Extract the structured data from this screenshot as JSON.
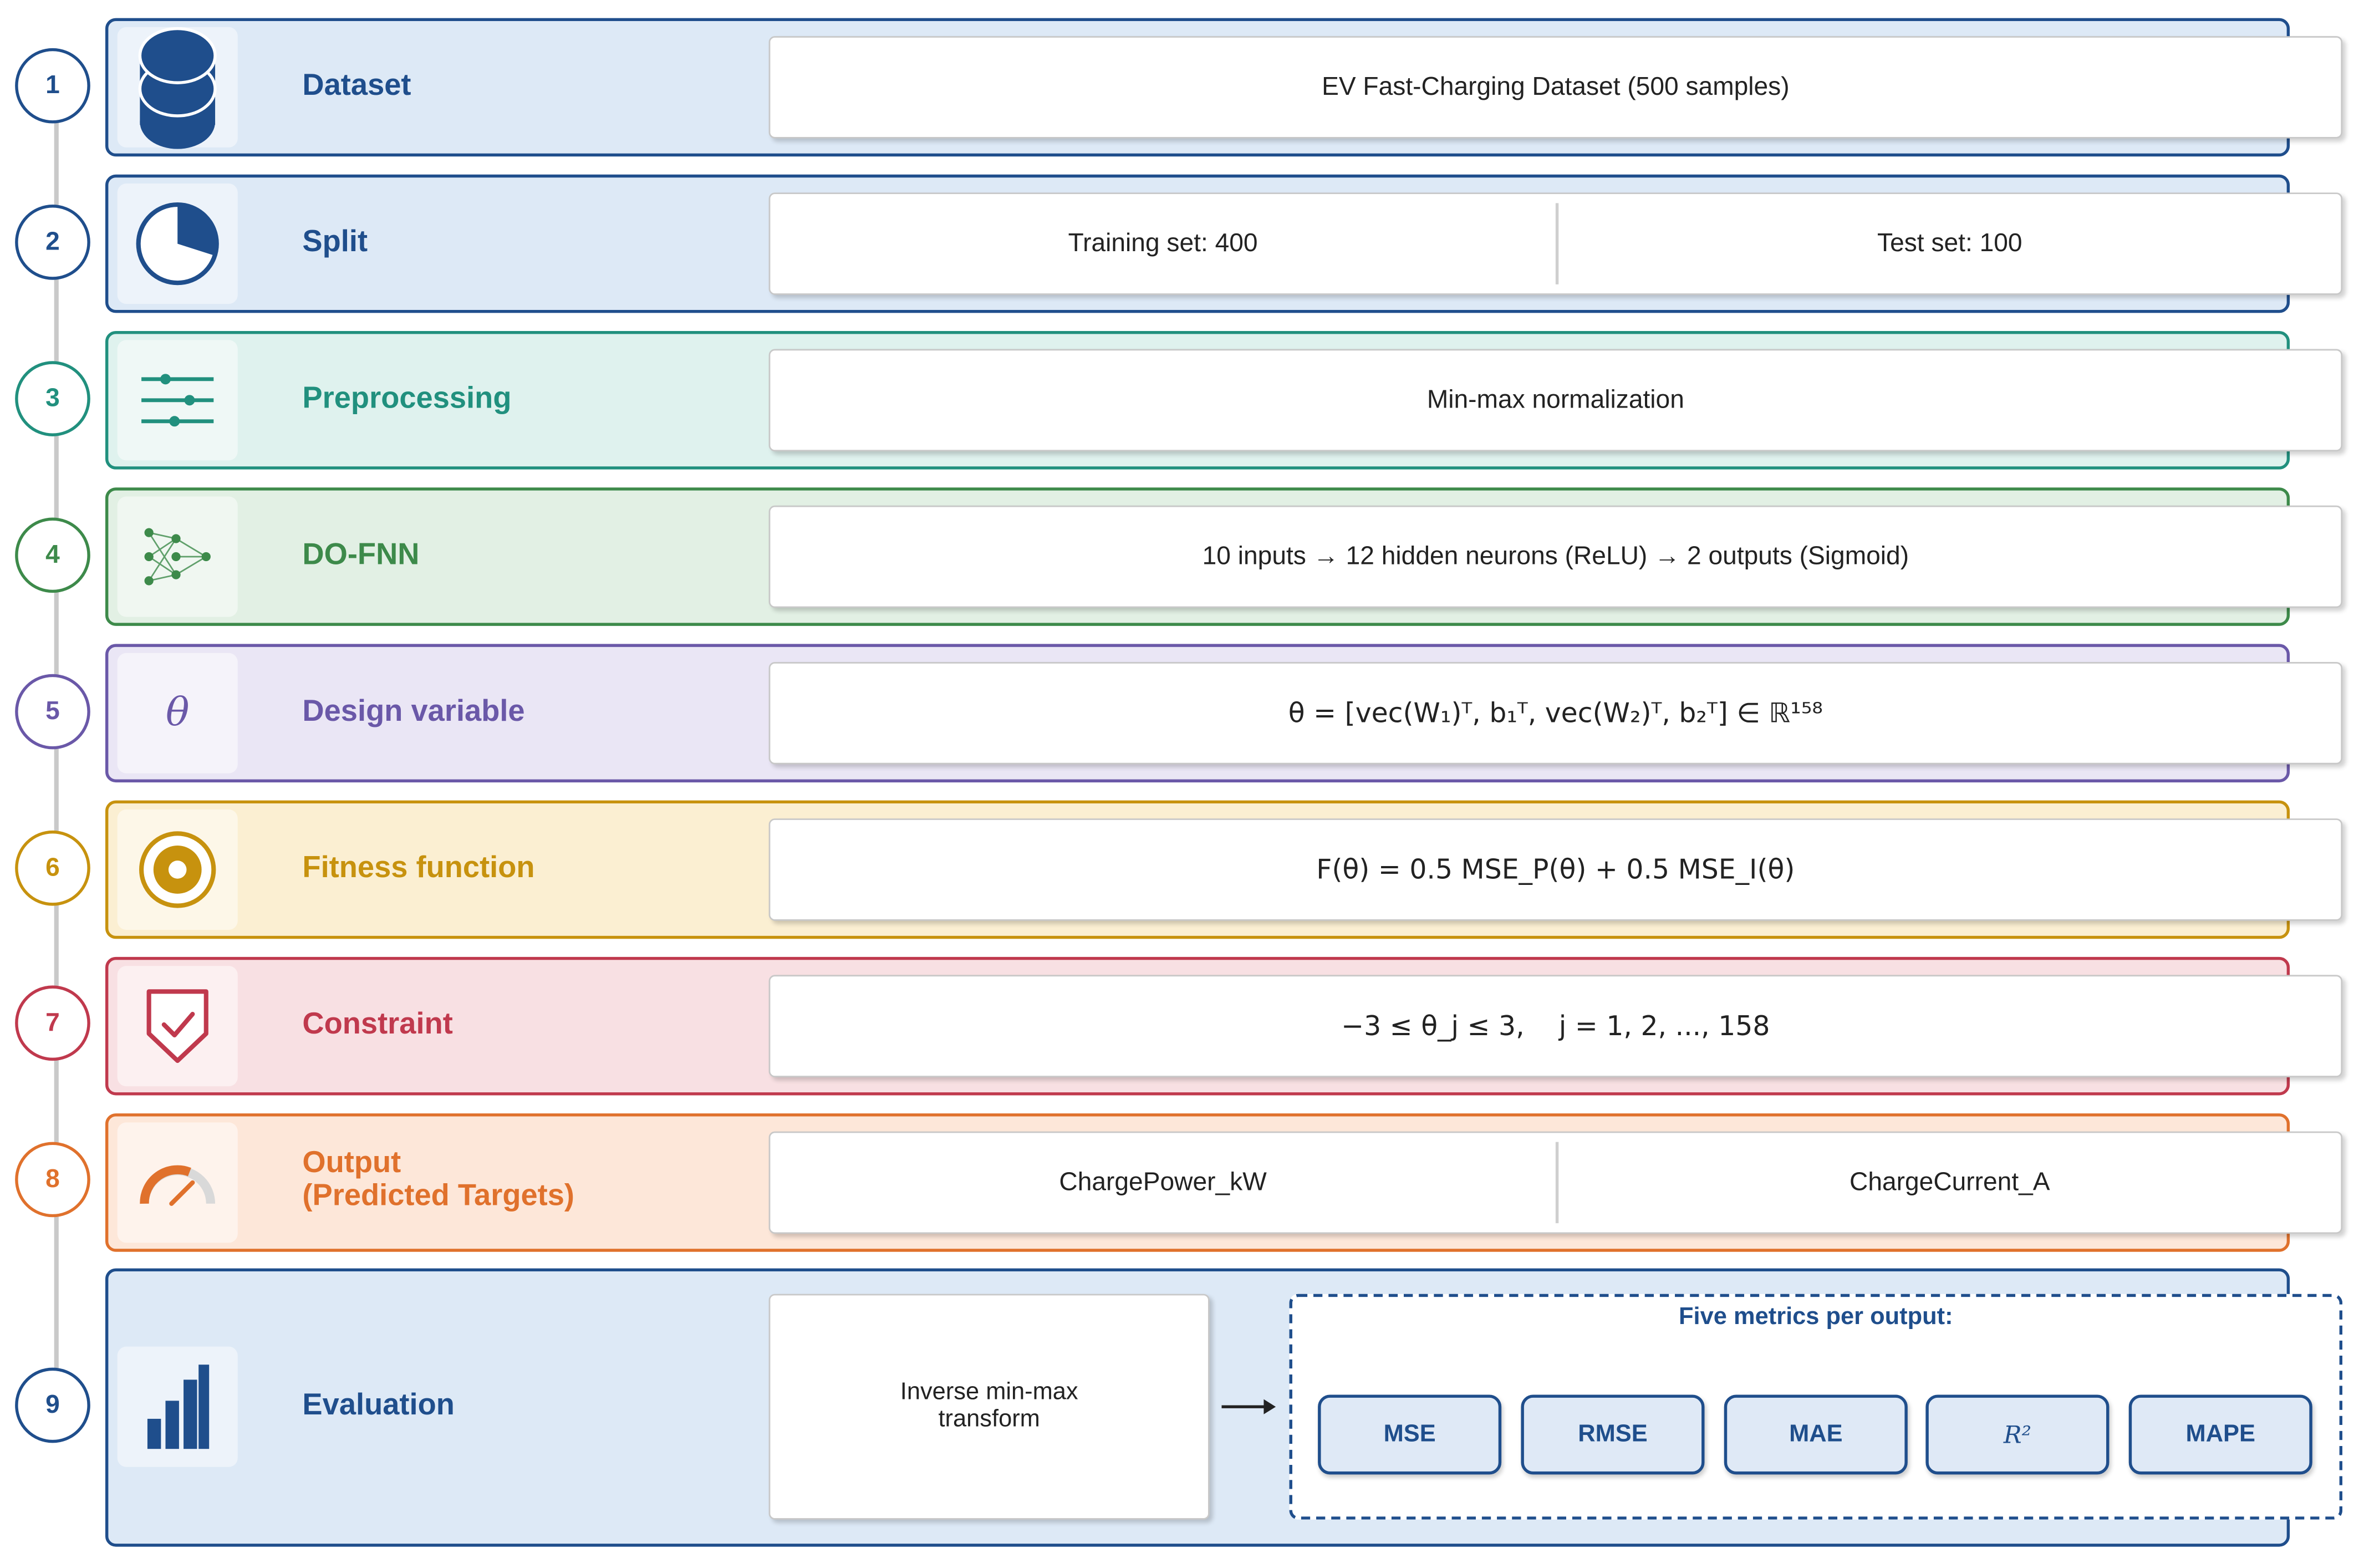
{
  "colors": {
    "blue": "#1f4e8c",
    "teal": "#21907e",
    "green": "#3d8a4a",
    "purple": "#6a58a8",
    "gold": "#c7920e",
    "red": "#c0394d",
    "orange": "#e0712c"
  },
  "steps": [
    {
      "number": "1",
      "label": "Dataset",
      "icon": "database-icon",
      "content": "EV Fast-Charging Dataset (500 samples)"
    },
    {
      "number": "2",
      "label": "Split",
      "icon": "pie-chart-icon",
      "left": "Training set: 400",
      "right": "Test set: 100"
    },
    {
      "number": "3",
      "label": "Preprocessing",
      "icon": "sliders-icon",
      "content": "Min-max normalization"
    },
    {
      "number": "4",
      "label": "DO-FNN",
      "icon": "neural-network-icon",
      "content": "10 inputs → 12 hidden neurons (ReLU) → 2 outputs (Sigmoid)"
    },
    {
      "number": "5",
      "label": "Design variable",
      "icon": "theta-icon",
      "icon_text": "θ",
      "content": "θ = [vec(W₁)ᵀ, b₁ᵀ, vec(W₂)ᵀ, b₂ᵀ] ∈ ℝ¹⁵⁸"
    },
    {
      "number": "6",
      "label": "Fitness function",
      "icon": "target-icon",
      "content": "F(θ) = 0.5 MSE_P(θ) + 0.5 MSE_I(θ)"
    },
    {
      "number": "7",
      "label": "Constraint",
      "icon": "shield-check-icon",
      "content": "−3 ≤ θ_j ≤ 3,    j = 1, 2, ..., 158"
    },
    {
      "number": "8",
      "label": "Output",
      "label_line2": "(Predicted Targets)",
      "icon": "gauge-icon",
      "left": "ChargePower_kW",
      "right": "ChargeCurrent_A"
    },
    {
      "number": "9",
      "label": "Evaluation",
      "icon": "bar-chart-icon",
      "transform_line1": "Inverse min-max",
      "transform_line2": "transform",
      "metrics_title": "Five metrics per output:",
      "metrics": [
        "MSE",
        "RMSE",
        "MAE",
        "R²",
        "MAPE"
      ]
    }
  ]
}
